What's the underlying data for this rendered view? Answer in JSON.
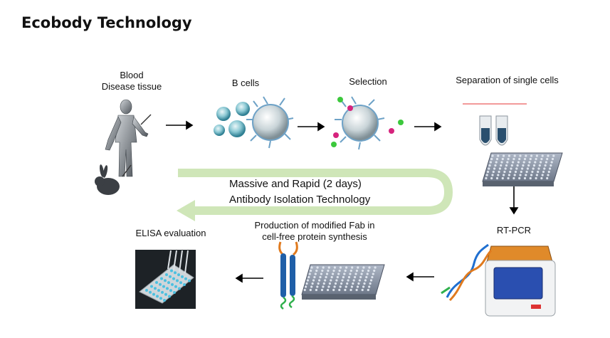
{
  "title": "Ecobody Technology",
  "steps": {
    "blood_line1": "Blood",
    "blood_line2": "Disease tissue",
    "b_cells": "B cells",
    "selection": "Selection",
    "separation": "Separation of single cells",
    "rt_pcr": "RT-PCR",
    "production_line1": "Production of modified Fab in",
    "production_line2": "cell-free protein synthesis",
    "elisa": "ELISA evaluation"
  },
  "banner": {
    "line1": "Massive and Rapid (2 days)",
    "line2": "Antibody Isolation Technology"
  },
  "colors": {
    "band": "#cfe6b8",
    "arrow": "#000000",
    "cell": "#4aa3b5",
    "magenta": "#d6237d",
    "green_bead": "#3cc83c",
    "antibody_blue": "#1f5fa8",
    "machine_orange": "#e08a2a",
    "screen_blue": "#2a4fb0"
  },
  "icons": [
    "human-figure-icon",
    "rabbit-icon",
    "b-cells-icon",
    "selection-cell-icon",
    "tubes-icon",
    "well-plate-icon",
    "pcr-machine-icon",
    "dna-icon",
    "antibody-icon",
    "elisa-plate-icon"
  ]
}
